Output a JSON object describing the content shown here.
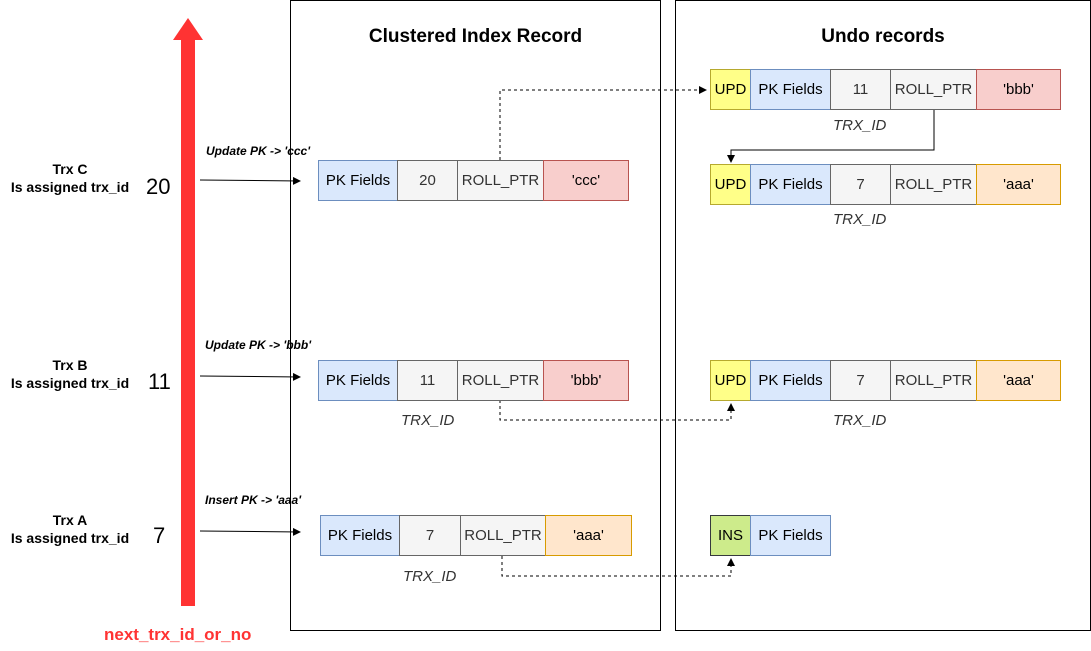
{
  "colors": {
    "timeline": "#ff3333",
    "pk": "#dae8fc",
    "gray": "#f5f5f5",
    "red": "#f8cecc",
    "orange": "#ffe6cc",
    "yellow": "#ffff88",
    "green": "#cdeb8b"
  },
  "timeline": {
    "label": "next_trx_id_or_no"
  },
  "panels": {
    "clustered_title": "Clustered Index Record",
    "undo_title": "Undo records"
  },
  "trx": {
    "c": {
      "name": "Trx C",
      "desc": "Is assigned trx_id",
      "id": "20",
      "op": "Update PK -> 'ccc'"
    },
    "b": {
      "name": "Trx B",
      "desc": "Is assigned trx_id",
      "id": "11",
      "op": "Update PK -> 'bbb'"
    },
    "a": {
      "name": "Trx A",
      "desc": "Is assigned trx_id",
      "id": "7",
      "op": "Insert PK -> 'aaa'"
    }
  },
  "clustered": {
    "c": {
      "pk": "PK Fields",
      "trx": "20",
      "roll": "ROLL_PTR",
      "val": "'ccc'"
    },
    "b": {
      "pk": "PK Fields",
      "trx": "11",
      "roll": "ROLL_PTR",
      "val": "'bbb'",
      "trx_label": "TRX_ID"
    },
    "a": {
      "pk": "PK Fields",
      "trx": "7",
      "roll": "ROLL_PTR",
      "val": "'aaa'",
      "trx_label": "TRX_ID"
    }
  },
  "undo": {
    "u1": {
      "type": "UPD",
      "pk": "PK Fields",
      "trx": "11",
      "roll": "ROLL_PTR",
      "val": "'bbb'",
      "trx_label": "TRX_ID"
    },
    "u2": {
      "type": "UPD",
      "pk": "PK Fields",
      "trx": "7",
      "roll": "ROLL_PTR",
      "val": "'aaa'",
      "trx_label": "TRX_ID"
    },
    "u3": {
      "type": "UPD",
      "pk": "PK Fields",
      "trx": "7",
      "roll": "ROLL_PTR",
      "val": "'aaa'",
      "trx_label": "TRX_ID"
    },
    "u4": {
      "type": "INS",
      "pk": "PK Fields"
    }
  }
}
